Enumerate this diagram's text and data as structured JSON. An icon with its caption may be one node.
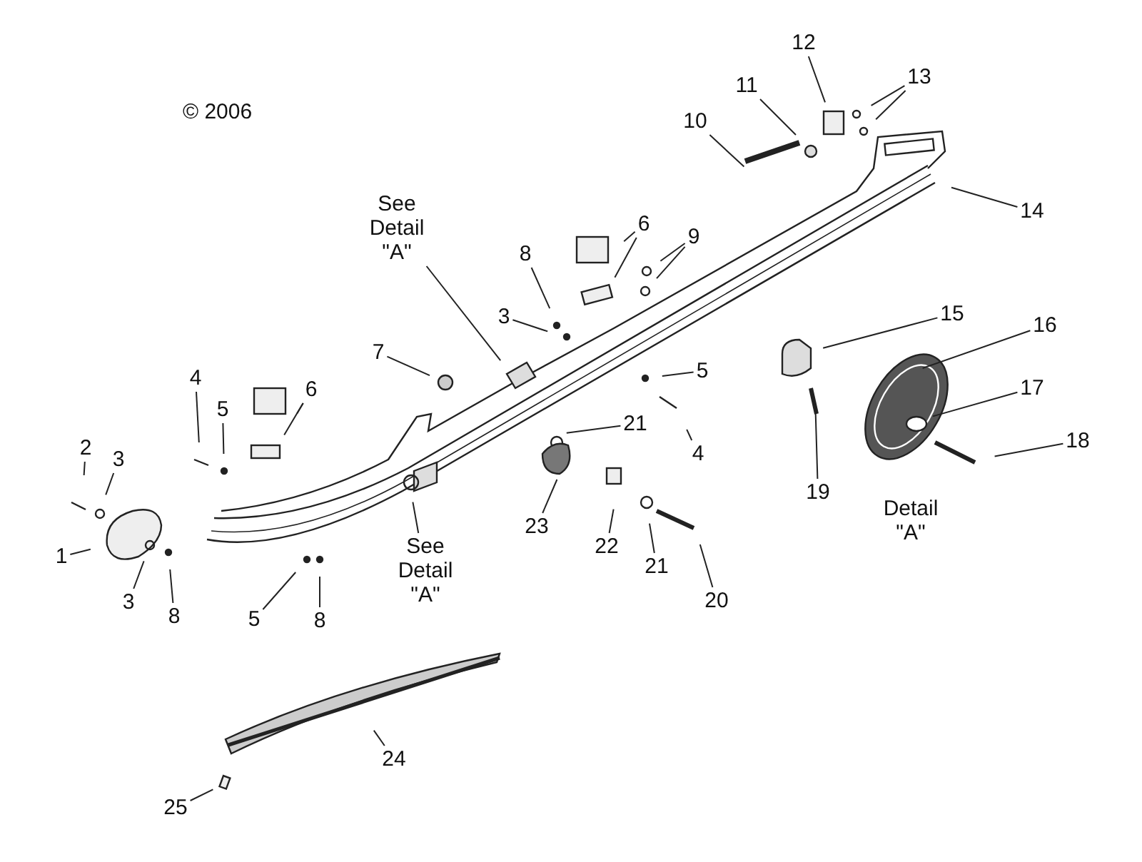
{
  "diagram": {
    "nodes": [
      {
        "text": [
          "12"
        ]
      },
      {
        "text": [
          "13"
        ]
      },
      {
        "text": [
          "11"
        ]
      },
      {
        "text": [
          "10"
        ]
      },
      {
        "text": [
          "14"
        ]
      },
      {
        "text": [
          "See Detail \"A\""
        ]
      },
      {
        "text": [
          "6"
        ]
      },
      {
        "text": [
          "9"
        ]
      },
      {
        "text": [
          "8"
        ]
      },
      {
        "text": [
          "15"
        ]
      },
      {
        "text": [
          "3"
        ]
      },
      {
        "text": [
          "16"
        ]
      },
      {
        "text": [
          "7"
        ]
      },
      {
        "text": [
          "5"
        ]
      },
      {
        "text": [
          "4"
        ]
      },
      {
        "text": [
          "6"
        ]
      },
      {
        "text": [
          "17"
        ]
      },
      {
        "text": [
          "5"
        ]
      },
      {
        "text": [
          "21"
        ]
      },
      {
        "text": [
          "18"
        ]
      },
      {
        "text": [
          "2"
        ]
      },
      {
        "text": [
          "4"
        ]
      },
      {
        "text": [
          "3"
        ]
      },
      {
        "text": [
          "19"
        ]
      },
      {
        "text": [
          "23"
        ]
      },
      {
        "text": [
          "22"
        ]
      },
      {
        "text": [
          "1"
        ]
      },
      {
        "text": [
          "21"
        ]
      },
      {
        "text": [
          "See Detail \"A\""
        ]
      },
      {
        "text": [
          "20"
        ]
      },
      {
        "text": [
          "3"
        ]
      },
      {
        "text": [
          "8"
        ]
      },
      {
        "text": [
          "5"
        ]
      },
      {
        "text": [
          "8"
        ]
      },
      {
        "text": [
          "24"
        ]
      },
      {
        "text": [
          "25"
        ]
      }
    ],
    "edges": [
      {
        "from": 0,
        "to": null,
        "arrow": "none"
      },
      {
        "from": 1,
        "to": null,
        "arrow": "none"
      },
      {
        "from": 1,
        "to": null,
        "arrow": "none"
      },
      {
        "from": 2,
        "to": null,
        "arrow": "none"
      },
      {
        "from": 3,
        "to": null,
        "arrow": "none"
      },
      {
        "from": 4,
        "to": null,
        "arrow": "none"
      },
      {
        "from": 5,
        "to": null,
        "arrow": "none"
      },
      {
        "from": 6,
        "to": null,
        "arrow": "none"
      },
      {
        "from": 6,
        "to": null,
        "arrow": "none"
      },
      {
        "from": 7,
        "to": null,
        "arrow": "none"
      },
      {
        "from": 7,
        "to": null,
        "arrow": "none"
      },
      {
        "from": 8,
        "to": null,
        "arrow": "none"
      },
      {
        "from": 9,
        "to": null,
        "arrow": "none"
      },
      {
        "from": 10,
        "to": null,
        "arrow": "none"
      },
      {
        "from": 11,
        "to": null,
        "arrow": "none"
      },
      {
        "from": 12,
        "to": null,
        "arrow": "none"
      },
      {
        "from": 13,
        "to": null,
        "arrow": "none"
      },
      {
        "from": 14,
        "to": null,
        "arrow": "none"
      },
      {
        "from": 15,
        "to": null,
        "arrow": "none"
      },
      {
        "from": 15,
        "to": null,
        "arrow": "none"
      },
      {
        "from": 16,
        "to": null,
        "arrow": "none"
      },
      {
        "from": 17,
        "to": null,
        "arrow": "none"
      },
      {
        "from": 18,
        "to": null,
        "arrow": "none"
      },
      {
        "from": 19,
        "to": null,
        "arrow": "none"
      },
      {
        "from": 20,
        "to": null,
        "arrow": "none"
      },
      {
        "from": 21,
        "to": null,
        "arrow": "none"
      },
      {
        "from": 22,
        "to": null,
        "arrow": "none"
      },
      {
        "from": 23,
        "to": null,
        "arrow": "none"
      },
      {
        "from": 24,
        "to": null,
        "arrow": "none"
      },
      {
        "from": 25,
        "to": null,
        "arrow": "none"
      },
      {
        "from": 26,
        "to": null,
        "arrow": "none"
      },
      {
        "from": 27,
        "to": null,
        "arrow": "none"
      },
      {
        "from": 28,
        "to": null,
        "arrow": "none"
      },
      {
        "from": 29,
        "to": null,
        "arrow": "none"
      },
      {
        "from": 30,
        "to": null,
        "arrow": "none"
      },
      {
        "from": 31,
        "to": null,
        "arrow": "none"
      },
      {
        "from": 32,
        "to": null,
        "arrow": "none"
      },
      {
        "from": 33,
        "to": null,
        "arrow": "none"
      },
      {
        "from": 34,
        "to": null,
        "arrow": "none"
      },
      {
        "from": 35,
        "to": null,
        "arrow": "none"
      }
    ],
    "labels": [
      "© 2006",
      "Detail \"A\""
    ]
  }
}
